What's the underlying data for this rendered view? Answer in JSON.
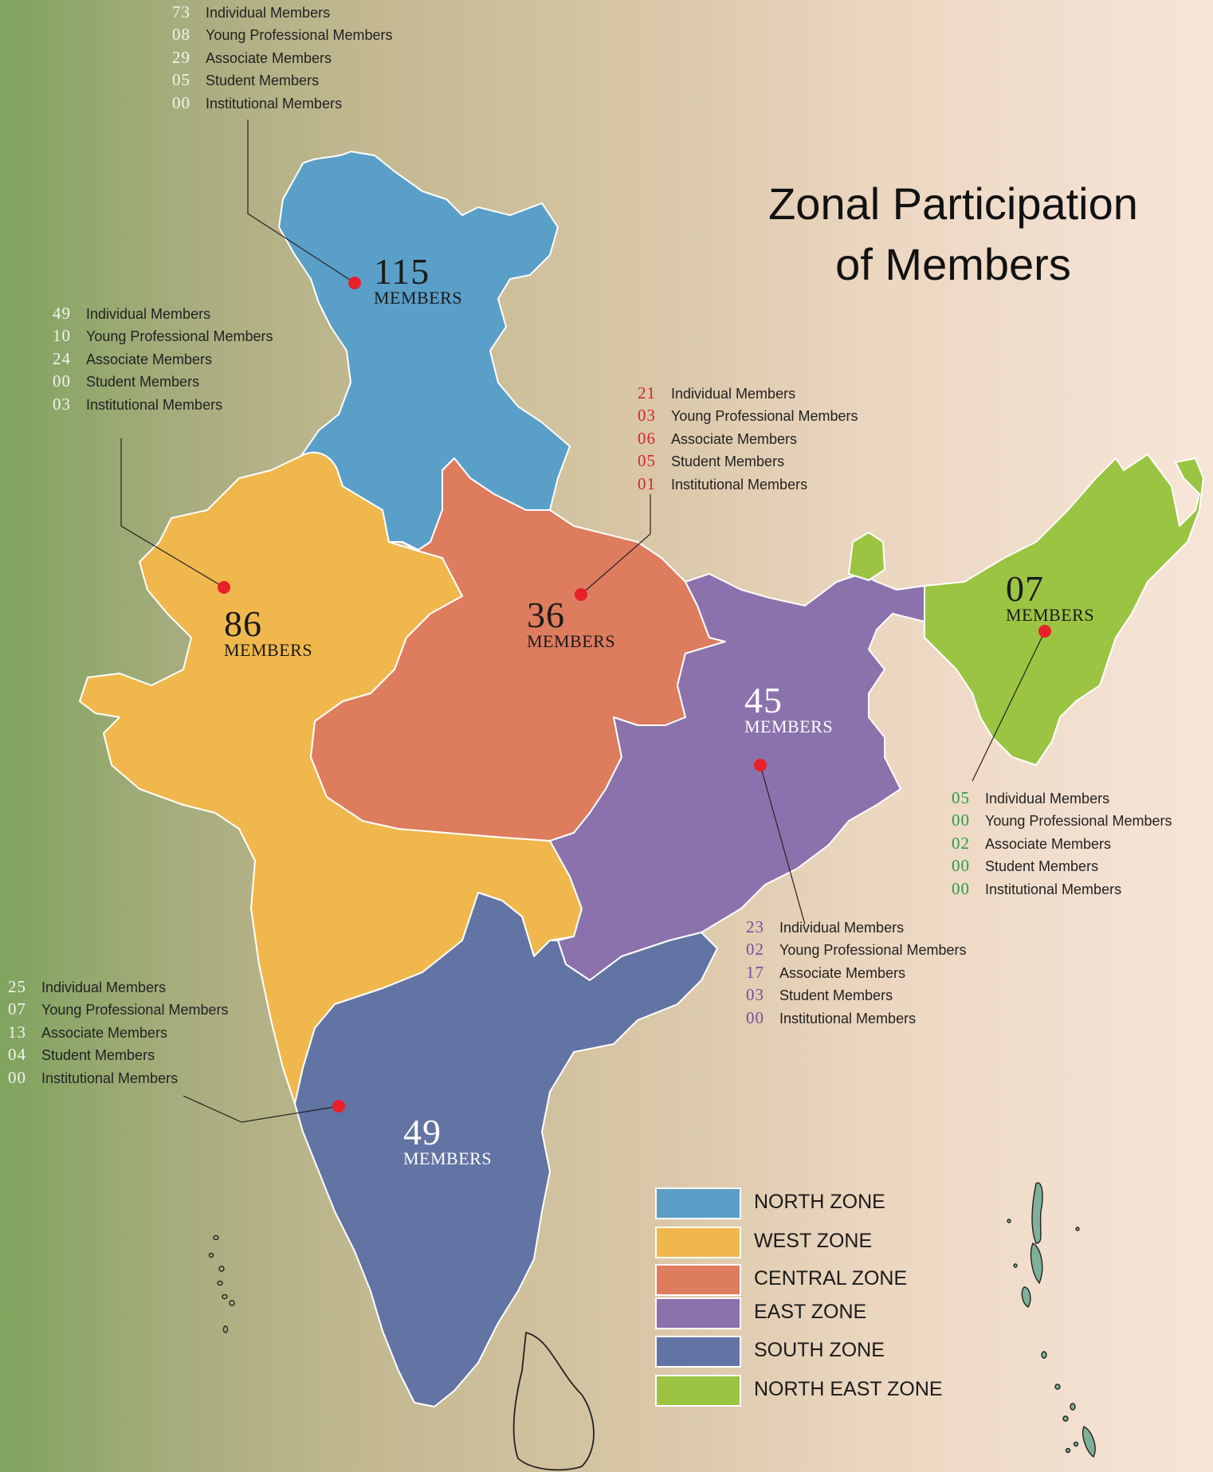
{
  "title": {
    "line1": "Zonal Participation",
    "line2": "of Members"
  },
  "colors": {
    "north": "#5a9fc8",
    "west": "#f0b84c",
    "central": "#de7c5e",
    "east": "#8b72ad",
    "south": "#6274a3",
    "northeast": "#9cc443",
    "marker": "#e8202a"
  },
  "zones": {
    "north": {
      "total": "115",
      "unit": "MEMBERS",
      "stats": [
        {
          "count": "73",
          "label": "Individual Members"
        },
        {
          "count": "08",
          "label": "Young Professional Members"
        },
        {
          "count": "29",
          "label": "Associate Members"
        },
        {
          "count": "05",
          "label": "Student Members"
        },
        {
          "count": "00",
          "label": "Institutional Members"
        }
      ]
    },
    "west": {
      "total": "86",
      "unit": "MEMBERS",
      "stats": [
        {
          "count": "49",
          "label": "Individual Members"
        },
        {
          "count": "10",
          "label": "Young Professional Members"
        },
        {
          "count": "24",
          "label": "Associate Members"
        },
        {
          "count": "00",
          "label": "Student Members"
        },
        {
          "count": "03",
          "label": "Institutional Members"
        }
      ]
    },
    "central": {
      "total": "36",
      "unit": "MEMBERS",
      "stats": [
        {
          "count": "21",
          "label": "Individual Members"
        },
        {
          "count": "03",
          "label": "Young Professional Members"
        },
        {
          "count": "06",
          "label": "Associate Members"
        },
        {
          "count": "05",
          "label": "Student Members"
        },
        {
          "count": "01",
          "label": "Institutional Members"
        }
      ]
    },
    "east": {
      "total": "45",
      "unit": "MEMBERS",
      "stats": [
        {
          "count": "23",
          "label": "Individual Members"
        },
        {
          "count": "02",
          "label": "Young Professional Members"
        },
        {
          "count": "17",
          "label": "Associate Members"
        },
        {
          "count": "03",
          "label": "Student Members"
        },
        {
          "count": "00",
          "label": "Institutional Members"
        }
      ]
    },
    "south": {
      "total": "49",
      "unit": "MEMBERS",
      "stats": [
        {
          "count": "25",
          "label": "Individual Members"
        },
        {
          "count": "07",
          "label": "Young Professional Members"
        },
        {
          "count": "13",
          "label": "Associate Members"
        },
        {
          "count": "04",
          "label": "Student Members"
        },
        {
          "count": "00",
          "label": "Institutional Members"
        }
      ]
    },
    "northeast": {
      "total": "07",
      "unit": "MEMBERS",
      "stats": [
        {
          "count": "05",
          "label": "Individual Members"
        },
        {
          "count": "00",
          "label": "Young Professional Members"
        },
        {
          "count": "02",
          "label": "Associate Members"
        },
        {
          "count": "00",
          "label": "Student Members"
        },
        {
          "count": "00",
          "label": "Institutional Members"
        }
      ]
    }
  },
  "legend": [
    {
      "label": "NORTH ZONE",
      "color": "#5a9fc8"
    },
    {
      "label": "WEST ZONE",
      "color": "#f0b84c"
    },
    {
      "label": "CENTRAL ZONE",
      "color": "#de7c5e"
    },
    {
      "label": "EAST ZONE",
      "color": "#8b72ad"
    },
    {
      "label": "SOUTH ZONE",
      "color": "#6274a3"
    },
    {
      "label": "NORTH EAST ZONE",
      "color": "#9cc443"
    }
  ]
}
